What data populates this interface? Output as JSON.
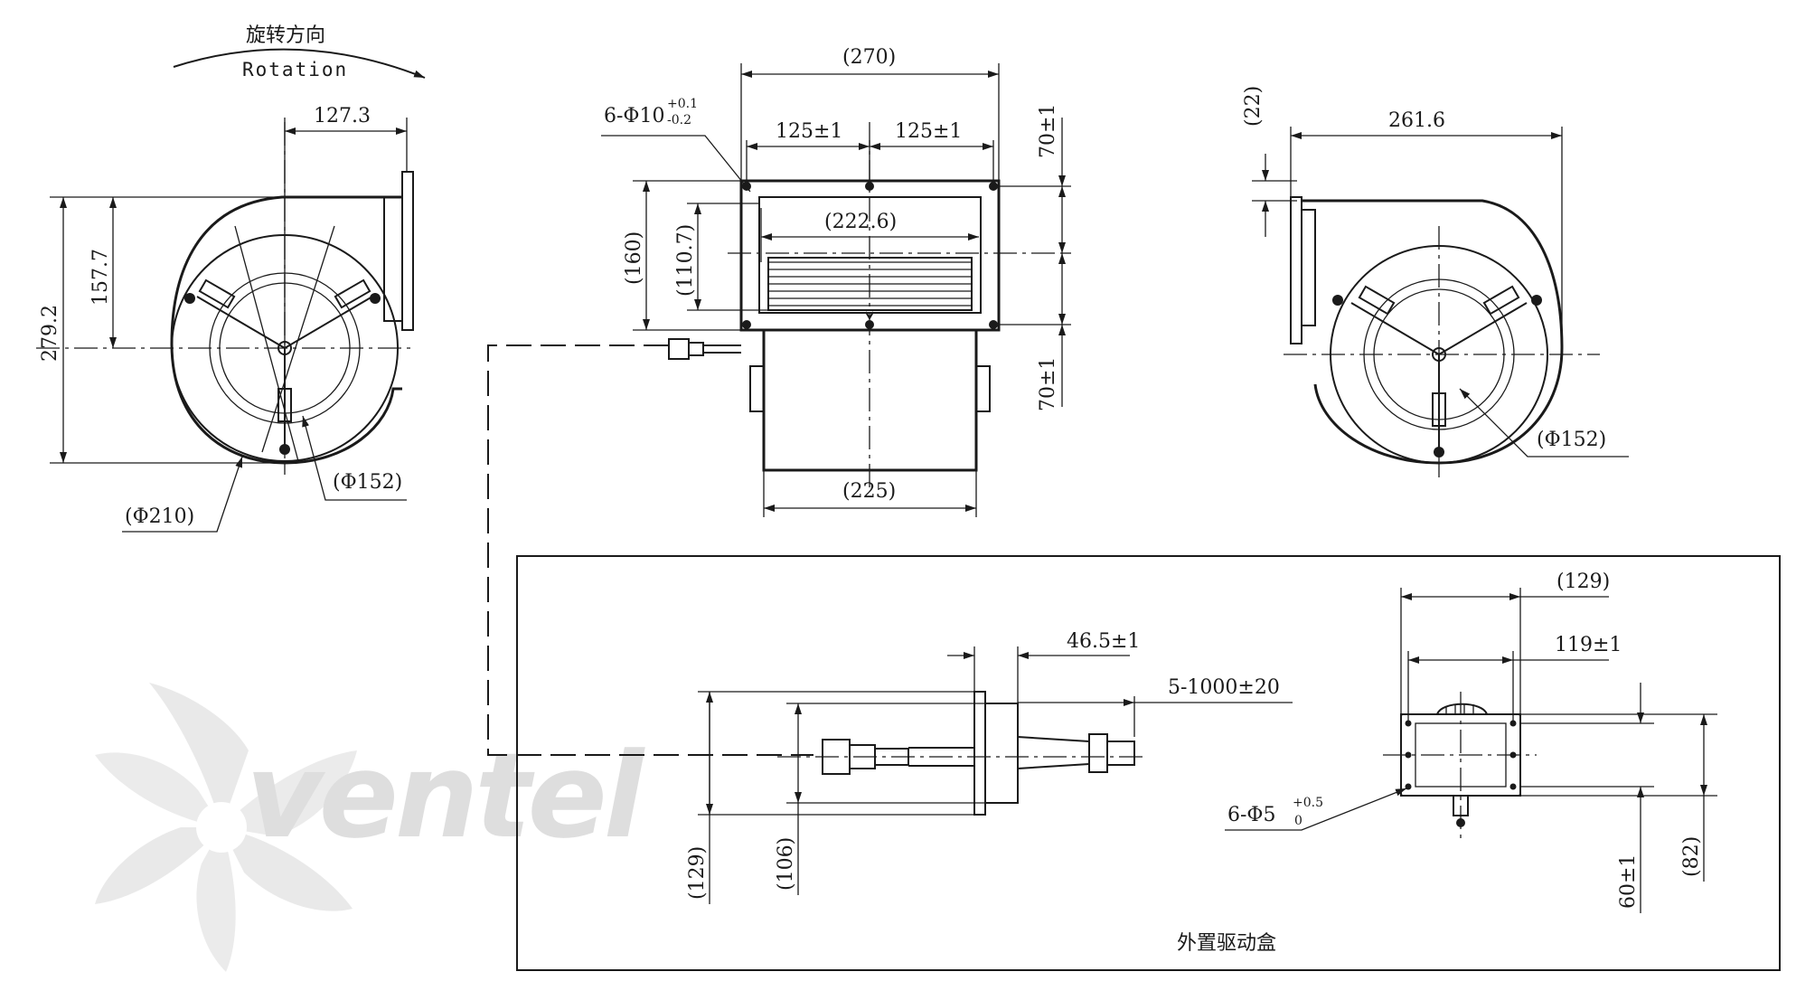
{
  "rotation": {
    "label_cn": "旋转方向",
    "label_en": "Rotation"
  },
  "left_view": {
    "dims": {
      "w_127_3": "127.3",
      "h_279_2": "279.2",
      "h_157_7": "157.7",
      "d_210": "(Φ210)",
      "d_152": "(Φ152)"
    }
  },
  "front_view": {
    "dims": {
      "w_270": "(270)",
      "holes": "6-Φ10",
      "holes_tol_upper": "+0.1",
      "holes_tol_lower": "-0.2",
      "pitch_left": "125±1",
      "pitch_right": "125±1",
      "w_222_6": "(222.6)",
      "h_160": "(160)",
      "h_110_7": "(110.7)",
      "v_70_top": "70±1",
      "v_70_bottom": "70±1",
      "w_225": "(225)"
    }
  },
  "right_view": {
    "dims": {
      "h_22": "(22)",
      "w_261_6": "261.6",
      "d_152": "(Φ152)"
    }
  },
  "driver_box": {
    "caption": "外置驱动盒",
    "dims": {
      "w_46_5": "46.5±1",
      "cable": "5-1000±20",
      "h_129": "(129)",
      "h_106": "(106)",
      "w_129": "(129)",
      "w_119": "119±1",
      "holes": "6-Φ5",
      "holes_tol_upper": "+0.5",
      "holes_tol_lower": "0",
      "h_60": "60±1",
      "h_82": "(82)"
    }
  },
  "watermark": {
    "text": "ventel"
  }
}
